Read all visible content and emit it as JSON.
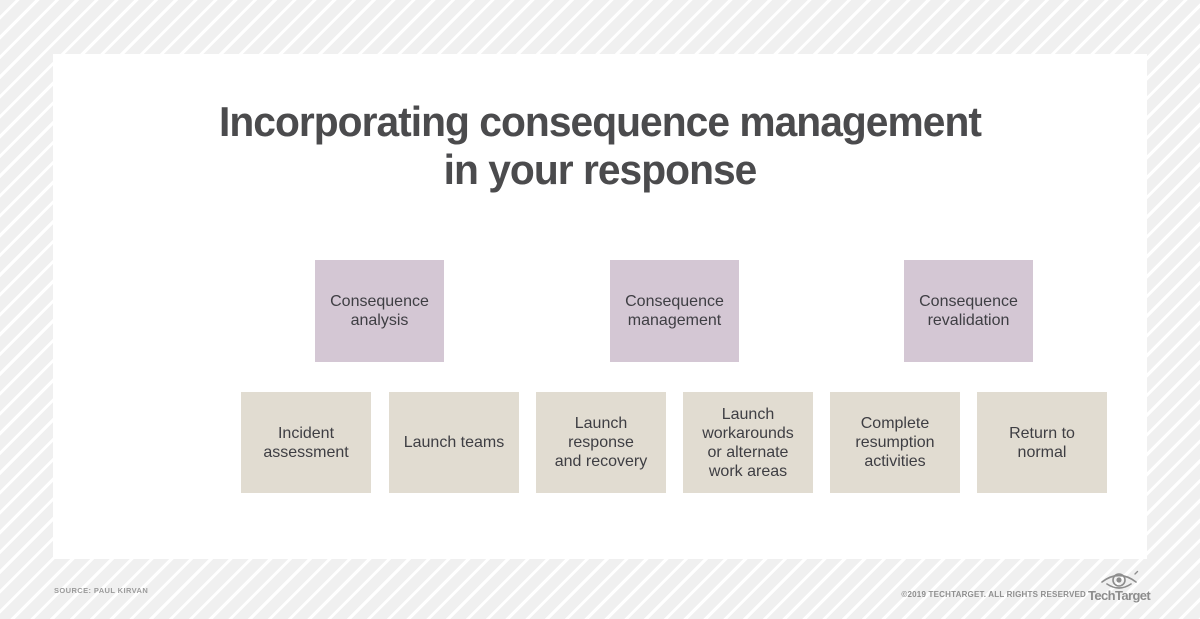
{
  "title": {
    "line1": "Incorporating consequence management",
    "line2": "in your response"
  },
  "flow": {
    "phases": [
      {
        "label": "Consequence\nanalysis"
      },
      {
        "label": "Consequence\nmanagement"
      },
      {
        "label": "Consequence\nrevalidation"
      }
    ],
    "steps": [
      {
        "label": "Incident\nassessment"
      },
      {
        "label": "Launch teams"
      },
      {
        "label": "Launch\nresponse\nand recovery"
      },
      {
        "label": "Launch\nworkarounds\nor alternate\nwork areas"
      },
      {
        "label": "Complete\nresumption\nactivities"
      },
      {
        "label": "Return to\nnormal"
      }
    ],
    "start_icon": "starburst-explosion-icon"
  },
  "colors": {
    "starburst": "#d47862",
    "phase_box": "#d4c7d4",
    "step_box": "#e1dcd1",
    "arrow": "#909090",
    "title_text": "#4b4b4d",
    "box_text": "#3e3e43"
  },
  "footer": {
    "source": "SOURCE: PAUL KIRVAN",
    "copyright": "©2019 TECHTARGET. ALL RIGHTS RESERVED",
    "logo_text": "TechTarget"
  }
}
